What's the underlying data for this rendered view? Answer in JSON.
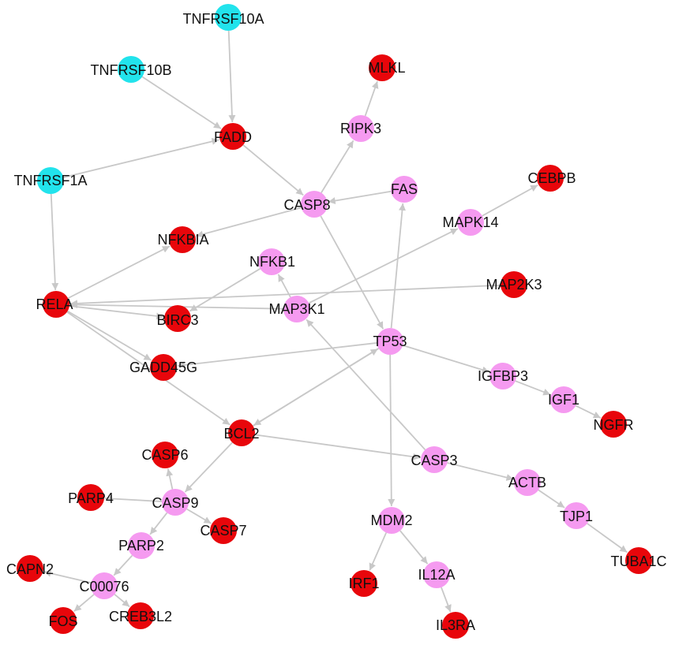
{
  "graph": {
    "colors": {
      "receptor": "#22e3ec",
      "hub": "#f59af0",
      "leaf": "#e8060b",
      "edge": "#c8c8c8"
    },
    "nodes": [
      {
        "id": "TNFRSF10A",
        "label": "TNFRSF10A",
        "type": "receptor"
      },
      {
        "id": "TNFRSF10B",
        "label": "TNFRSF10B",
        "type": "receptor"
      },
      {
        "id": "TNFRSF1A",
        "label": "TNFRSF1A",
        "type": "receptor"
      },
      {
        "id": "FADD",
        "label": "FADD",
        "type": "leaf"
      },
      {
        "id": "MLKL",
        "label": "MLKL",
        "type": "leaf"
      },
      {
        "id": "RIPK3",
        "label": "RIPK3",
        "type": "hub"
      },
      {
        "id": "CASP8",
        "label": "CASP8",
        "type": "hub"
      },
      {
        "id": "FAS",
        "label": "FAS",
        "type": "hub"
      },
      {
        "id": "CEBPB",
        "label": "CEBPB",
        "type": "leaf"
      },
      {
        "id": "MAPK14",
        "label": "MAPK14",
        "type": "hub"
      },
      {
        "id": "NFKBIA",
        "label": "NFKBIA",
        "type": "leaf"
      },
      {
        "id": "NFKB1",
        "label": "NFKB1",
        "type": "hub"
      },
      {
        "id": "MAP2K3",
        "label": "MAP2K3",
        "type": "leaf"
      },
      {
        "id": "RELA",
        "label": "RELA",
        "type": "leaf"
      },
      {
        "id": "BIRC3",
        "label": "BIRC3",
        "type": "leaf"
      },
      {
        "id": "MAP3K1",
        "label": "MAP3K1",
        "type": "hub"
      },
      {
        "id": "TP53",
        "label": "TP53",
        "type": "hub"
      },
      {
        "id": "GADD45G",
        "label": "GADD45G",
        "type": "leaf"
      },
      {
        "id": "IGFBP3",
        "label": "IGFBP3",
        "type": "hub"
      },
      {
        "id": "IGF1",
        "label": "IGF1",
        "type": "hub"
      },
      {
        "id": "NGFR",
        "label": "NGFR",
        "type": "leaf"
      },
      {
        "id": "BCL2",
        "label": "BCL2",
        "type": "leaf"
      },
      {
        "id": "CASP6",
        "label": "CASP6",
        "type": "leaf"
      },
      {
        "id": "CASP3",
        "label": "CASP3",
        "type": "hub"
      },
      {
        "id": "ACTB",
        "label": "ACTB",
        "type": "hub"
      },
      {
        "id": "PARP4",
        "label": "PARP4",
        "type": "leaf"
      },
      {
        "id": "CASP9",
        "label": "CASP9",
        "type": "hub"
      },
      {
        "id": "CASP7",
        "label": "CASP7",
        "type": "leaf"
      },
      {
        "id": "MDM2",
        "label": "MDM2",
        "type": "hub"
      },
      {
        "id": "TJP1",
        "label": "TJP1",
        "type": "hub"
      },
      {
        "id": "PARP2",
        "label": "PARP2",
        "type": "hub"
      },
      {
        "id": "CAPN2",
        "label": "CAPN2",
        "type": "leaf"
      },
      {
        "id": "C00076",
        "label": "C00076",
        "type": "hub"
      },
      {
        "id": "IRF1",
        "label": "IRF1",
        "type": "leaf"
      },
      {
        "id": "IL12A",
        "label": "IL12A",
        "type": "hub"
      },
      {
        "id": "TUBA1C",
        "label": "TUBA1C",
        "type": "leaf"
      },
      {
        "id": "FOS",
        "label": "FOS",
        "type": "leaf"
      },
      {
        "id": "CREB3L2",
        "label": "CREB3L2",
        "type": "leaf"
      },
      {
        "id": "IL3RA",
        "label": "IL3RA",
        "type": "leaf"
      }
    ],
    "edges": [
      {
        "from": "TNFRSF10A",
        "to": "FADD"
      },
      {
        "from": "TNFRSF10B",
        "to": "FADD"
      },
      {
        "from": "TNFRSF1A",
        "to": "FADD"
      },
      {
        "from": "TNFRSF1A",
        "to": "RELA"
      },
      {
        "from": "FADD",
        "to": "CASP8"
      },
      {
        "from": "RIPK3",
        "to": "MLKL"
      },
      {
        "from": "CASP8",
        "to": "RIPK3"
      },
      {
        "from": "FAS",
        "to": "CASP8"
      },
      {
        "from": "CASP8",
        "to": "NFKBIA"
      },
      {
        "from": "CASP8",
        "to": "TP53"
      },
      {
        "from": "MAPK14",
        "to": "CEBPB"
      },
      {
        "from": "MAP3K1",
        "to": "MAPK14"
      },
      {
        "from": "RELA",
        "to": "NFKBIA"
      },
      {
        "from": "NFKB1",
        "to": "BIRC3"
      },
      {
        "from": "MAP3K1",
        "to": "RELA"
      },
      {
        "from": "MAP2K3",
        "to": "RELA"
      },
      {
        "from": "RELA",
        "to": "BIRC3"
      },
      {
        "from": "RELA",
        "to": "GADD45G"
      },
      {
        "from": "RELA",
        "to": "BCL2"
      },
      {
        "from": "TP53",
        "to": "FAS"
      },
      {
        "from": "TP53",
        "to": "GADD45G"
      },
      {
        "from": "TP53",
        "to": "BCL2"
      },
      {
        "from": "BCL2",
        "to": "TP53"
      },
      {
        "from": "TP53",
        "to": "IGFBP3"
      },
      {
        "from": "IGFBP3",
        "to": "IGF1"
      },
      {
        "from": "IGF1",
        "to": "NGFR"
      },
      {
        "from": "TP53",
        "to": "MDM2"
      },
      {
        "from": "BCL2",
        "to": "CASP3"
      },
      {
        "from": "CASP3",
        "to": "MAP3K1"
      },
      {
        "from": "MAP3K1",
        "to": "NFKB1"
      },
      {
        "from": "CASP3",
        "to": "ACTB"
      },
      {
        "from": "ACTB",
        "to": "TJP1"
      },
      {
        "from": "TJP1",
        "to": "TUBA1C"
      },
      {
        "from": "BCL2",
        "to": "CASP9"
      },
      {
        "from": "CASP9",
        "to": "CASP6"
      },
      {
        "from": "CASP9",
        "to": "PARP4"
      },
      {
        "from": "CASP9",
        "to": "CASP7"
      },
      {
        "from": "CASP9",
        "to": "PARP2"
      },
      {
        "from": "PARP2",
        "to": "C00076"
      },
      {
        "from": "C00076",
        "to": "CAPN2"
      },
      {
        "from": "C00076",
        "to": "FOS"
      },
      {
        "from": "C00076",
        "to": "CREB3L2"
      },
      {
        "from": "MDM2",
        "to": "IRF1"
      },
      {
        "from": "MDM2",
        "to": "IL12A"
      },
      {
        "from": "IL12A",
        "to": "IL3RA"
      }
    ]
  }
}
